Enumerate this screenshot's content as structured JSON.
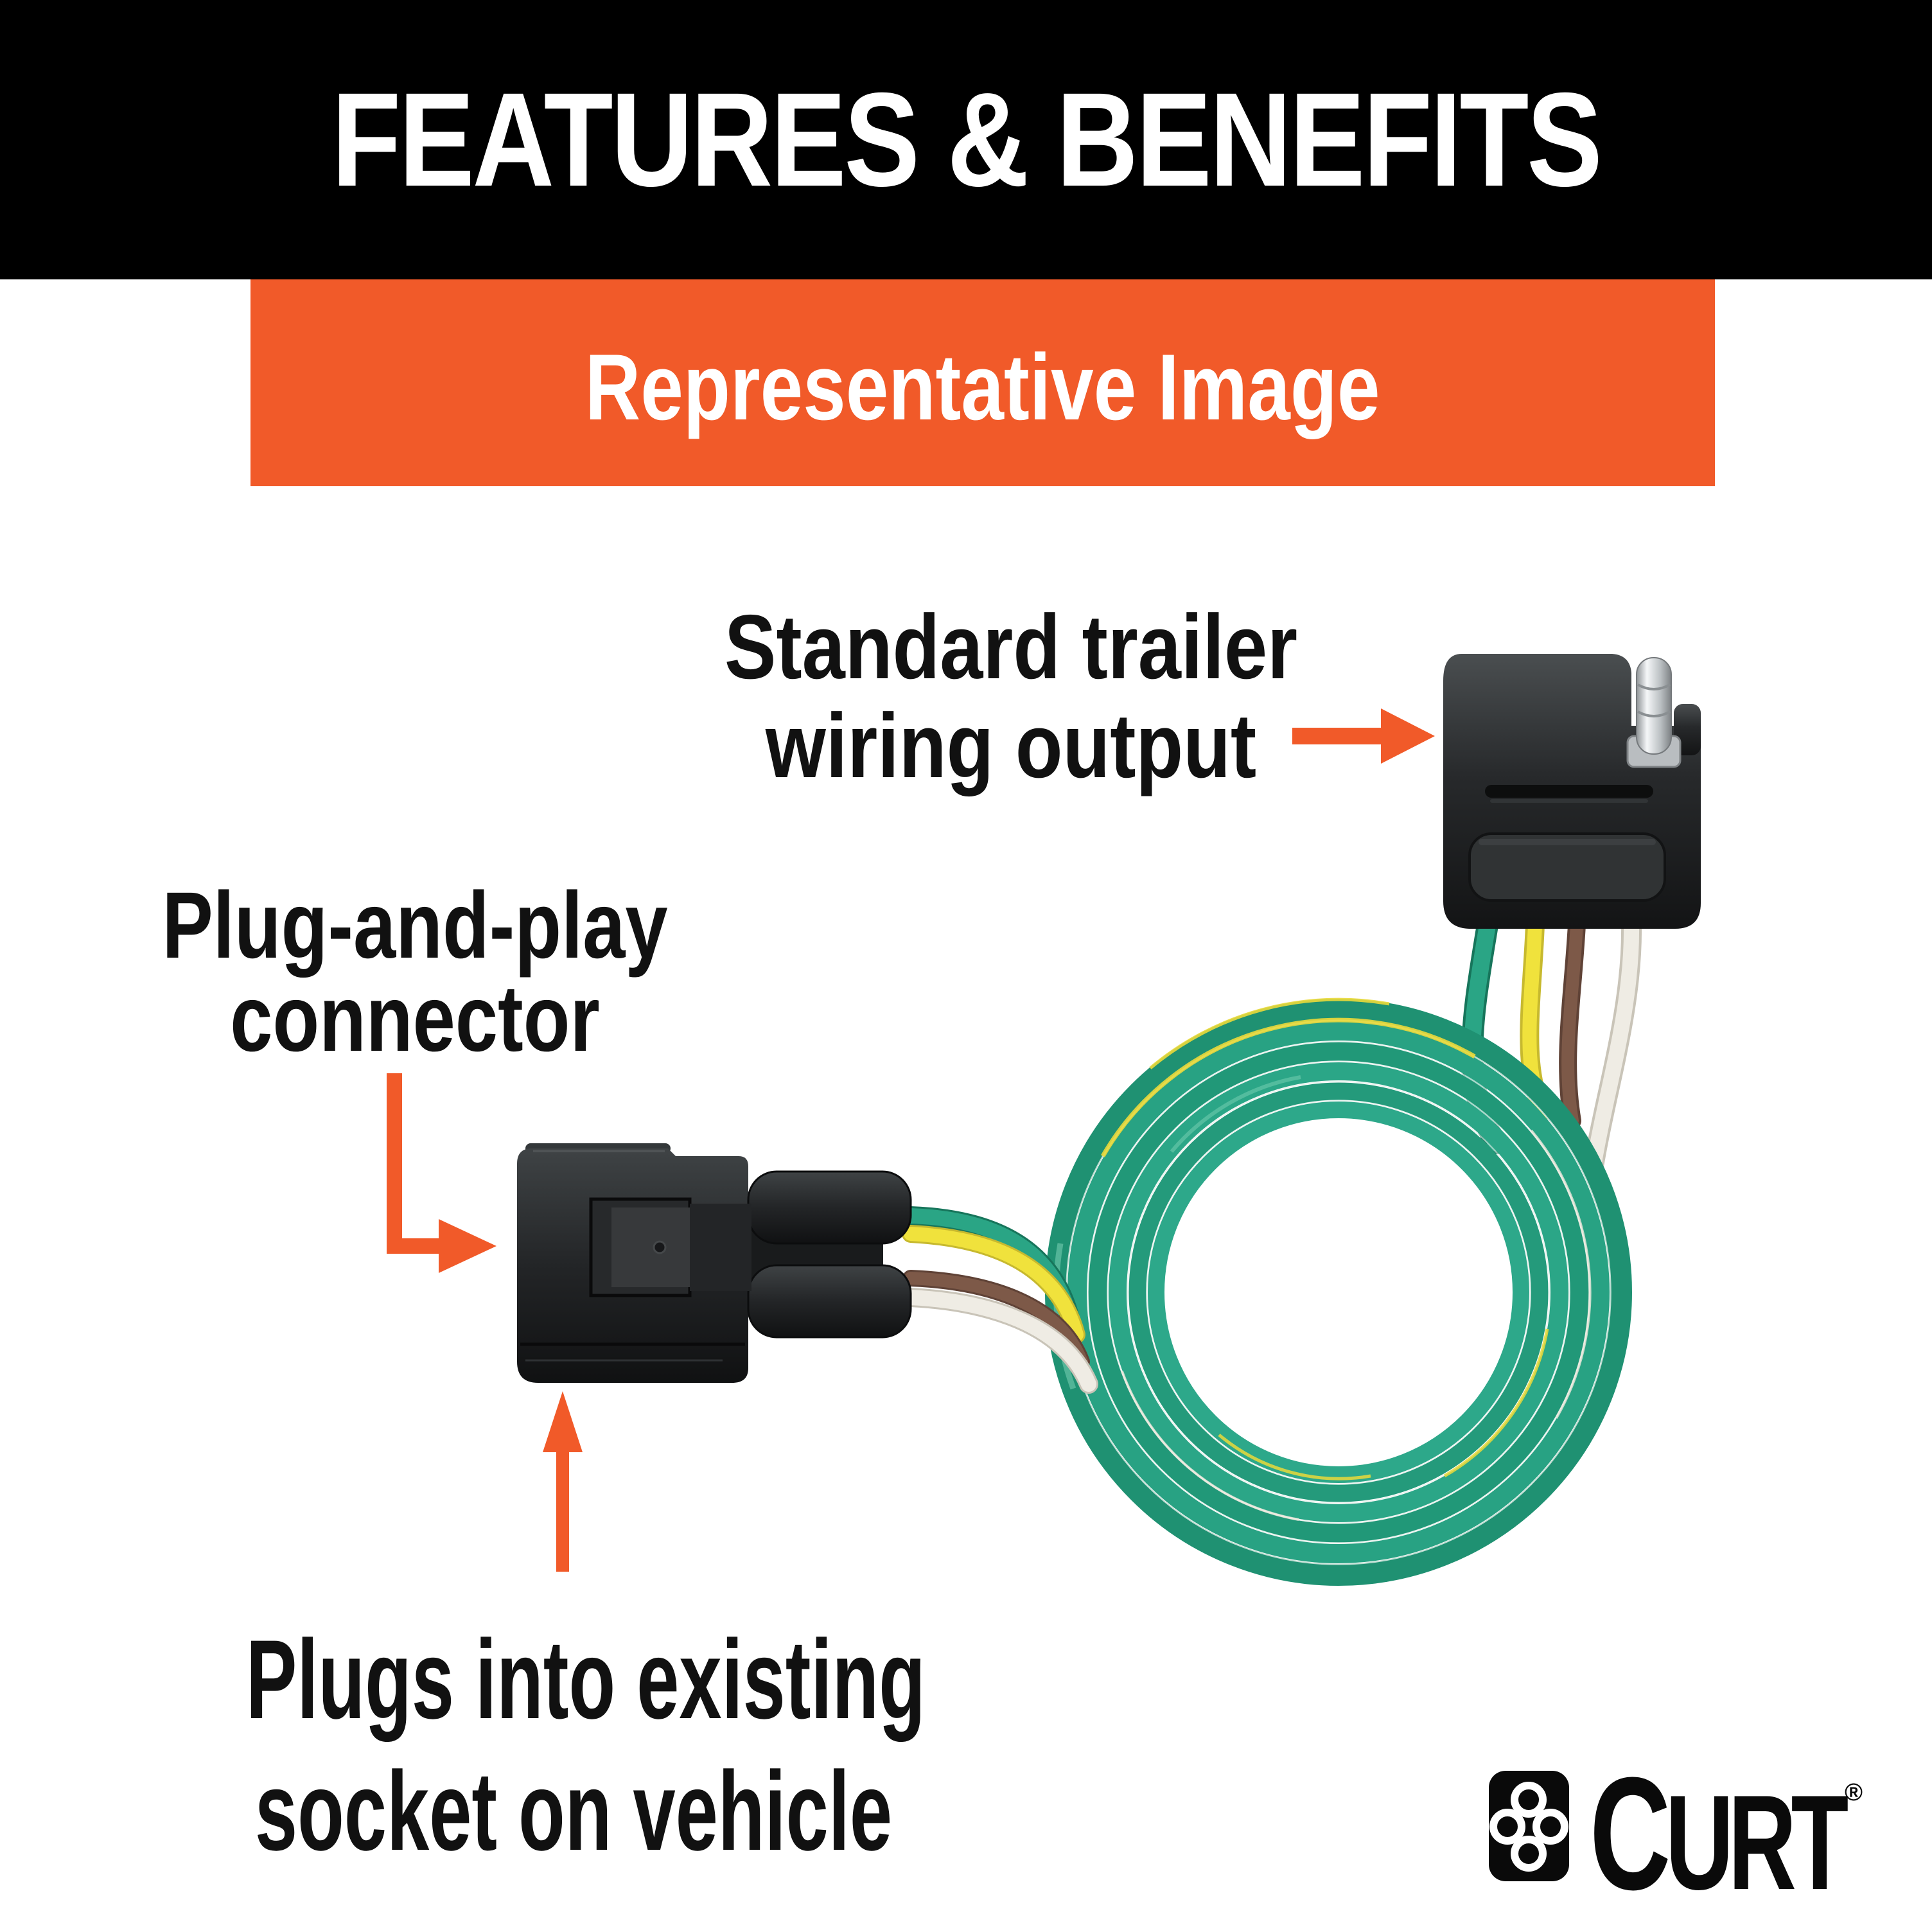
{
  "header": {
    "title": "FEATURES & BENEFITS"
  },
  "banner": {
    "label": "Representative Image"
  },
  "annotations": {
    "output": {
      "line1": "Standard trailer",
      "line2": "wiring output"
    },
    "connector": {
      "line1": "Plug-and-play",
      "line2": "connector"
    },
    "socket": {
      "line1": "Plugs into existing",
      "line2": "socket on vehicle"
    }
  },
  "brand": {
    "name": "CURT",
    "registered": "®"
  },
  "colors": {
    "header_black": "#000000",
    "accent_orange": "#F15A29",
    "wire_green": "#29A385",
    "wire_yellow": "#F0E23C",
    "wire_brown": "#7D5948",
    "wire_white": "#EFECE4",
    "connector_black": "#1C1E1F",
    "pin_silver": "#C9CCCE",
    "text_black": "#111111",
    "text_white": "#FFFFFF"
  },
  "icons": {
    "logo_icon": "curt-clover-icon",
    "pointer_right": "right-arrow-icon",
    "pointer_elbow": "elbow-arrow-icon",
    "pointer_up": "up-arrow-icon"
  }
}
